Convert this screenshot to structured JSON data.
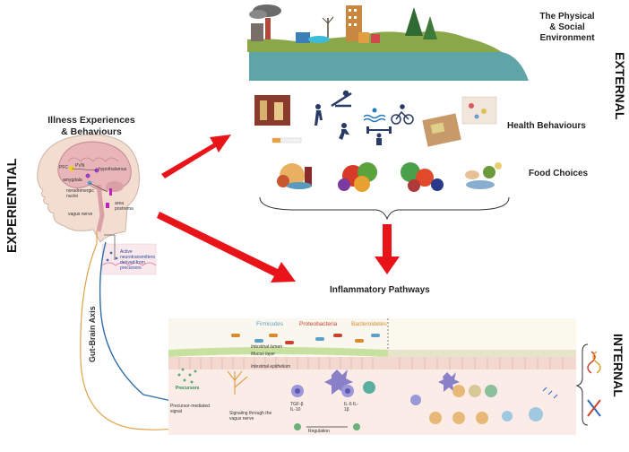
{
  "labels": {
    "experiential": "EXPERIENTIAL",
    "external": "EXTERNAL",
    "internal": "INTERNAL",
    "illness_line1": "Illness Experiences",
    "illness_line2": "& Behaviours",
    "physical_line1": "The Physical",
    "physical_line2": "& Social",
    "physical_line3": "Environment",
    "health_behaviours": "Health Behaviours",
    "food_choices": "Food Choices",
    "inflammatory_pathways": "Inflammatory Pathways",
    "gut_brain_axis": "Gut-Brain Axis"
  },
  "gut": {
    "phyla": [
      "Firmicutes",
      "Proteobacteria",
      "Bacteroidetes"
    ],
    "phyla_colors": [
      "#5aa0c8",
      "#c8432f",
      "#d98a2b"
    ],
    "intestinal_lumen": "Intestinal lumen",
    "mucus_layer": "Mucus layer",
    "intestinal_epithelium": "Intestinal epithelium",
    "precursors": "Precursors",
    "precursor_signal": "Precursor-mediated signal",
    "vagus_signal_line1": "Signaling through the",
    "vagus_signal_line2": "vagus nerve",
    "regulation": "Regulation",
    "cytokines_left": "TGF-β IL-10",
    "cytokines_right": "IL-6 IL-1β"
  },
  "brain": {
    "pfc": "PFC",
    "hypothalamus": "hypothalamus",
    "amygdala": "amygdala",
    "noradrenergic_nuclei": "noradrenergic nuclei",
    "area_postrema": "area postrema",
    "vagus_nerve": "vagus nerve",
    "active_neurotransmitters": "Active neurotransmitters derived from precursors",
    "pvn": "PVN"
  },
  "colors": {
    "arrow_red": "#e8141a",
    "sea": "#5fa4a7",
    "land": "#8aa84a",
    "vagus_line": "#e0a24a",
    "signal_line": "#2f6ea8"
  }
}
